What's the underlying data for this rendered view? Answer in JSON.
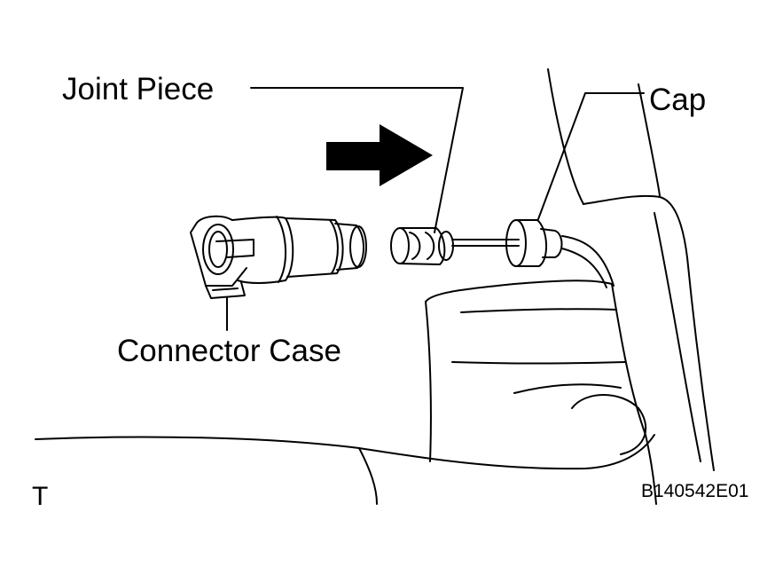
{
  "labels": {
    "joint_piece": "Joint Piece",
    "cap": "Cap",
    "connector_case": "Connector Case",
    "view_marker": "T",
    "figure_code": "B140542E01"
  },
  "colors": {
    "line": "#000000",
    "background": "#ffffff"
  },
  "icons": {
    "direction": "arrow-right-icon"
  }
}
